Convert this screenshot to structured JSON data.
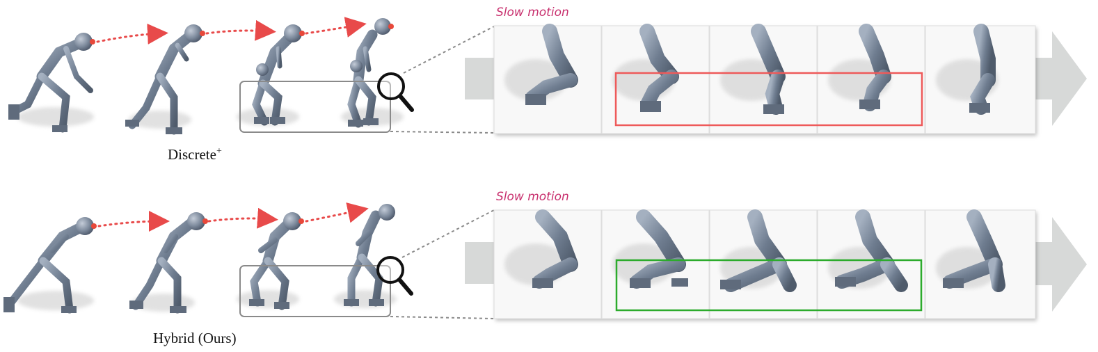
{
  "rows": [
    {
      "method_label": "Discrete",
      "method_superscript": "+",
      "slow_motion_label": "Slow motion",
      "highlight_color": "#ee5a5a"
    },
    {
      "method_label": "Hybrid (Ours)",
      "method_superscript": "",
      "slow_motion_label": "Slow motion",
      "highlight_color": "#2cab2c"
    }
  ],
  "colors": {
    "figure_body": "#7d8a9c",
    "figure_head_marker": "#e8483a",
    "trajectory_arrow": "#e84a4a",
    "zoom_box": "#8a8a8a",
    "big_arrow": "#d7d9d8"
  },
  "icons": [
    "magnifier-icon",
    "trajectory-arrow-icon",
    "big-progress-arrow-icon"
  ]
}
